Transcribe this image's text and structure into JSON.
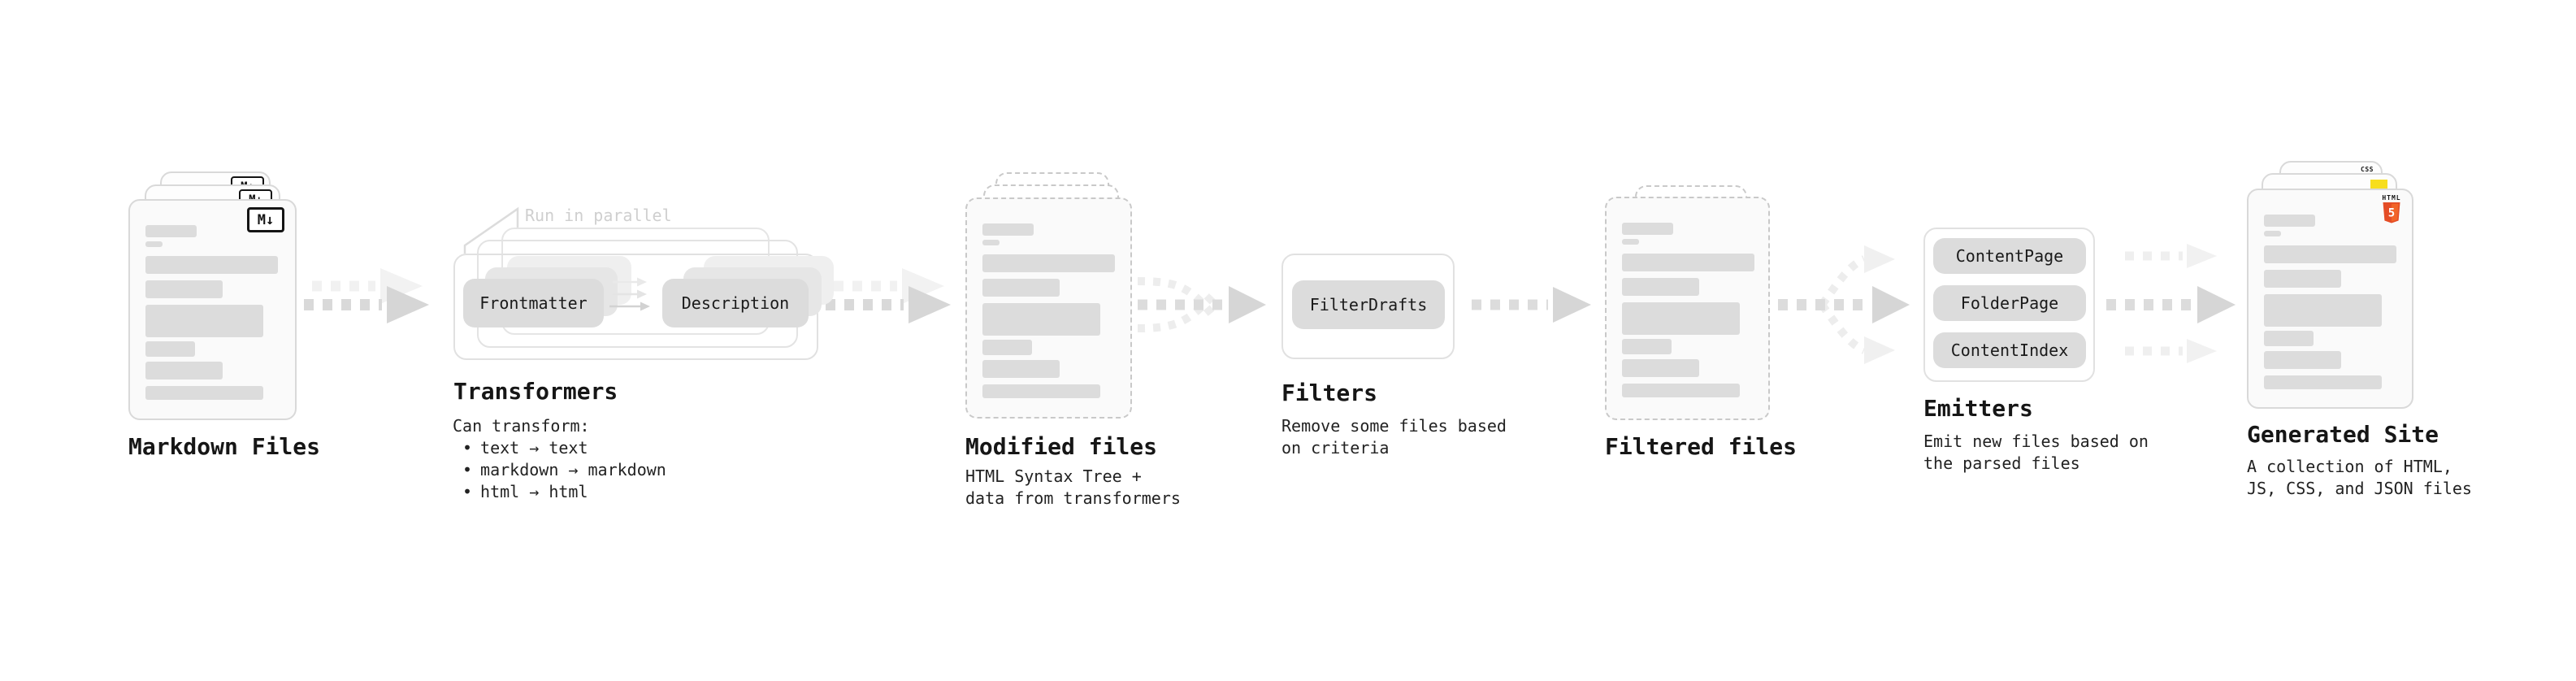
{
  "sections": {
    "markdown_files": {
      "title": "Markdown Files",
      "file_badge": "M↓"
    },
    "transformers": {
      "title": "Transformers",
      "parallel_note": "Run in parallel",
      "pill_left": "Frontmatter",
      "pill_right": "Description",
      "caption_heading": "Can transform:",
      "bullet_marker": "•",
      "bullets": [
        "text → text",
        "markdown → markdown",
        "html → html"
      ]
    },
    "modified_files": {
      "title": "Modified files",
      "caption": [
        "HTML Syntax Tree +",
        "data from transformers"
      ]
    },
    "filters": {
      "title": "Filters",
      "pill": "FilterDrafts",
      "caption": [
        "Remove some files based",
        "on criteria"
      ]
    },
    "filtered_files": {
      "title": "Filtered files"
    },
    "emitters": {
      "title": "Emitters",
      "pills": [
        "ContentPage",
        "FolderPage",
        "ContentIndex"
      ],
      "caption": [
        "Emit new files based on",
        "the parsed files"
      ]
    },
    "generated_site": {
      "title": "Generated Site",
      "caption": [
        "A collection of HTML,",
        "JS, CSS, and JSON files"
      ],
      "css_badge": "CSS",
      "html_badge": "HTML",
      "html_badge_number": "5"
    }
  },
  "colors": {
    "html5_orange": "#e44d26",
    "html5_orange_light": "#f16529",
    "js_yellow": "#f7de1e",
    "css_blue": "#2d6ae3"
  }
}
